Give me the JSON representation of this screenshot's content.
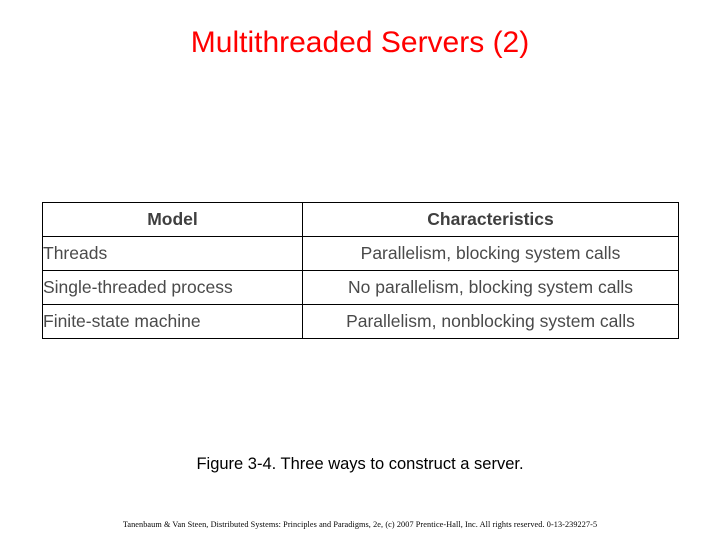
{
  "slide": {
    "title": "Multithreaded Servers (2)",
    "caption": "Figure 3-4. Three ways to construct a server.",
    "footer": "Tanenbaum & Van Steen, Distributed Systems: Principles and Paradigms, 2e, (c) 2007 Prentice-Hall, Inc. All rights reserved. 0-13-239227-5",
    "title_color": "#ff0000"
  },
  "table": {
    "headers": [
      "Model",
      "Characteristics"
    ],
    "rows": [
      {
        "model": "Threads",
        "characteristics": "Parallelism, blocking system calls"
      },
      {
        "model": "Single-threaded process",
        "characteristics": "No parallelism, blocking system calls"
      },
      {
        "model": "Finite-state machine",
        "characteristics": "Parallelism, nonblocking system calls"
      }
    ]
  }
}
